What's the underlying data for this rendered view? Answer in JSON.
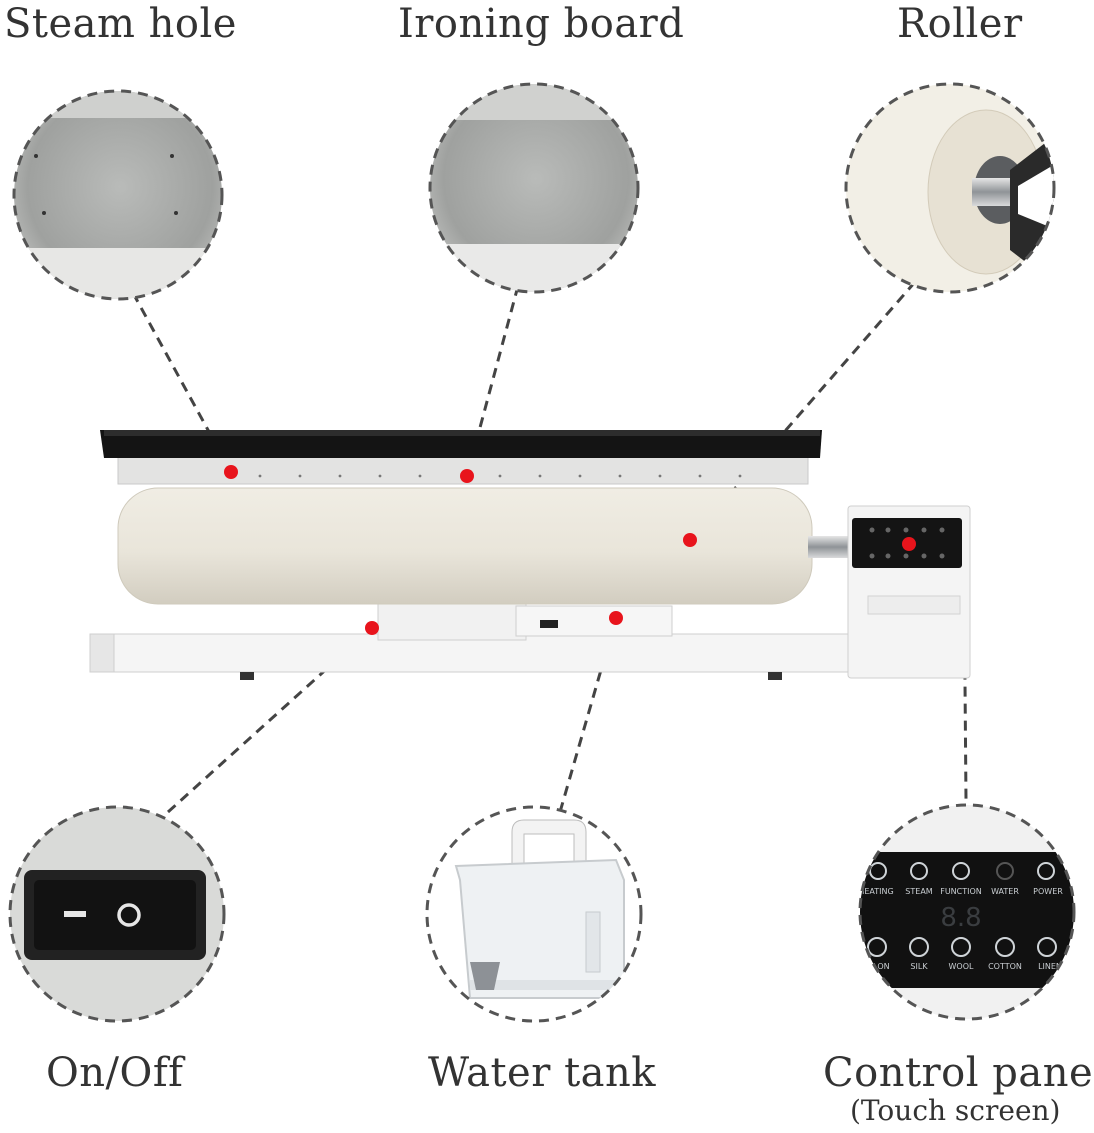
{
  "labels": {
    "steam_hole": "Steam hole",
    "ironing_board": "Ironing board",
    "roller": "Roller",
    "on_off": "On/Off",
    "water_tank": "Water tank",
    "control_panel": "Control panel",
    "control_panel_sub": "(Touch screen)"
  },
  "control_panel": {
    "top_buttons": [
      "HEATING",
      "STEAM",
      "FUNCTION",
      "WATER",
      "POWER"
    ],
    "bottom_buttons": [
      "NYLON",
      "SILK",
      "WOOL",
      "COTTON",
      "LINEN"
    ],
    "display": "8.8"
  },
  "colors": {
    "marker": "#e8141c",
    "text": "#333333",
    "dash": "#444444",
    "panel": "#111111"
  }
}
